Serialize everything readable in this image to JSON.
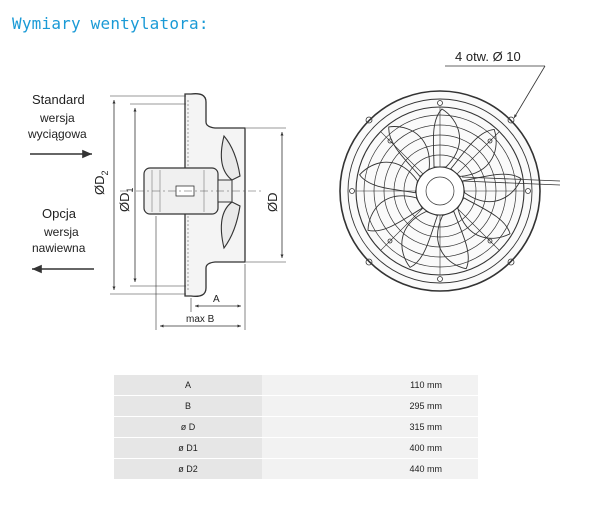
{
  "header": {
    "title": "Wymiary wentylatora:"
  },
  "side_view": {
    "standard_label": "Standard",
    "standard_sub1": "wersja",
    "standard_sub2": "wyciągowa",
    "option_label": "Opcja",
    "option_sub1": "wersja",
    "option_sub2": "nawiewna",
    "dim_d2": "ØD",
    "dim_d2_sub": "2",
    "dim_d1": "ØD",
    "dim_d1_sub": "1",
    "dim_d": "ØD",
    "dim_a": "A",
    "dim_b": "max B"
  },
  "front_view": {
    "holes_label": "4 otw. Ø 10"
  },
  "specs": {
    "rows": [
      {
        "key": "A",
        "value": "110 mm"
      },
      {
        "key": "B",
        "value": "295 mm"
      },
      {
        "key": "ø D",
        "value": "315 mm"
      },
      {
        "key": "ø D1",
        "value": "400 mm"
      },
      {
        "key": "ø D2",
        "value": "440 mm"
      }
    ]
  },
  "colors": {
    "title": "#1a9ad6",
    "line": "#333333",
    "row_key_bg": "#e6e6e6",
    "row_value_bg": "#f2f2f2"
  }
}
